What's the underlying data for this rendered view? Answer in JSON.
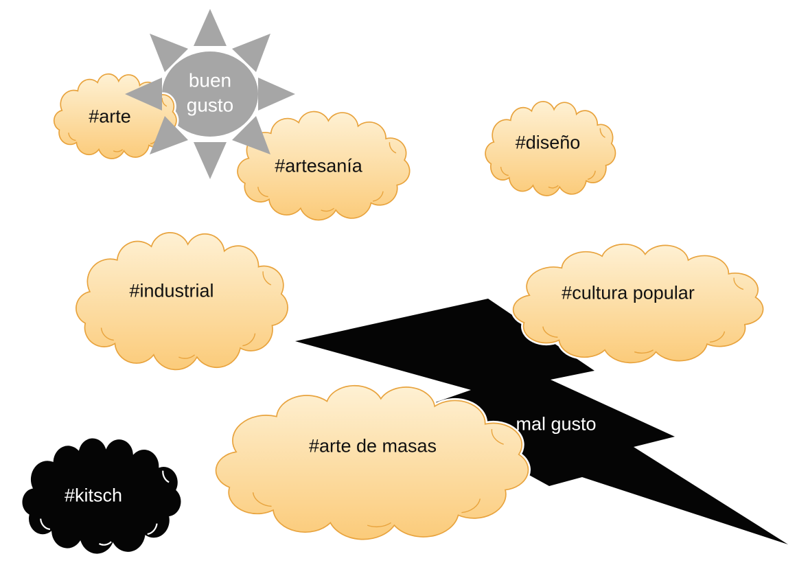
{
  "sun": {
    "label": "buen gusto"
  },
  "lightning": {
    "label": "mal gusto"
  },
  "clouds": [
    {
      "id": "arte",
      "label": "#arte",
      "variant": "tan"
    },
    {
      "id": "artesania",
      "label": "#artesanía",
      "variant": "tan"
    },
    {
      "id": "diseno",
      "label": "#diseño",
      "variant": "tan"
    },
    {
      "id": "industrial",
      "label": "#industrial",
      "variant": "tan"
    },
    {
      "id": "cultura-popular",
      "label": "#cultura popular",
      "variant": "tan"
    },
    {
      "id": "arte-de-masas",
      "label": "#arte de masas",
      "variant": "tan"
    },
    {
      "id": "kitsch",
      "label": "#kitsch",
      "variant": "black"
    }
  ],
  "colors": {
    "background": "#ffffff",
    "cloud_fill_top": "#fef1d4",
    "cloud_fill_bottom": "#fbcb7a",
    "cloud_outline": "#e8a33d",
    "sun_gray": "#a6a6a6",
    "shape_black": "#050505",
    "label_text": "#111111",
    "light_text": "#ffffff"
  }
}
